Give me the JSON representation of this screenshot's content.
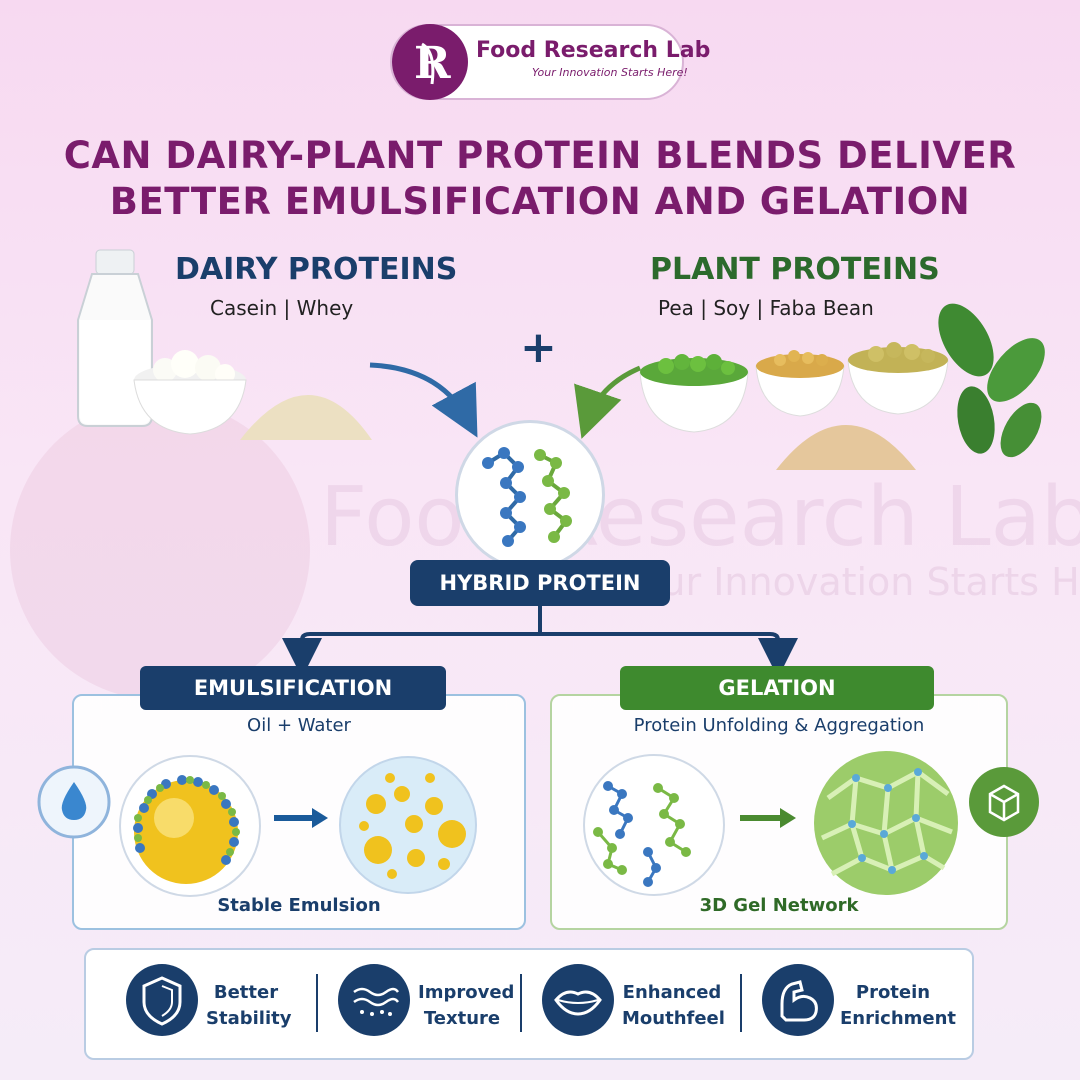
{
  "brand": {
    "name": "Food Research Lab",
    "tagline": "Your Innovation Starts Here!"
  },
  "title": {
    "line1": "CAN DAIRY-PLANT PROTEIN BLENDS DELIVER",
    "line2": "BETTER EMULSIFICATION AND GELATION"
  },
  "dairy": {
    "heading": "DAIRY PROTEINS",
    "sources": "Casein   |   Whey"
  },
  "plant": {
    "heading": "PLANT PROTEINS",
    "sources": "Pea   |   Soy   |   Faba Bean"
  },
  "plus": "+",
  "hybrid": {
    "label": "HYBRID PROTEIN"
  },
  "emulsification": {
    "label": "EMULSIFICATION",
    "subtitle": "Oil + Water",
    "caption": "Stable Emulsion"
  },
  "gelation": {
    "label": "GELATION",
    "subtitle": "Protein Unfolding & Aggregation",
    "caption": "3D Gel Network"
  },
  "benefits": [
    {
      "label": "Better\nStability",
      "icon": "shield-icon"
    },
    {
      "label": "Improved\nTexture",
      "icon": "texture-waves-icon"
    },
    {
      "label": "Enhanced\nMouthfeel",
      "icon": "lips-icon"
    },
    {
      "label": "Protein\nEnrichment",
      "icon": "flexed-arm-icon"
    }
  ],
  "colors": {
    "brand_purple": "#7a1c6c",
    "navy": "#1a3e6b",
    "green": "#3e8a2e"
  }
}
